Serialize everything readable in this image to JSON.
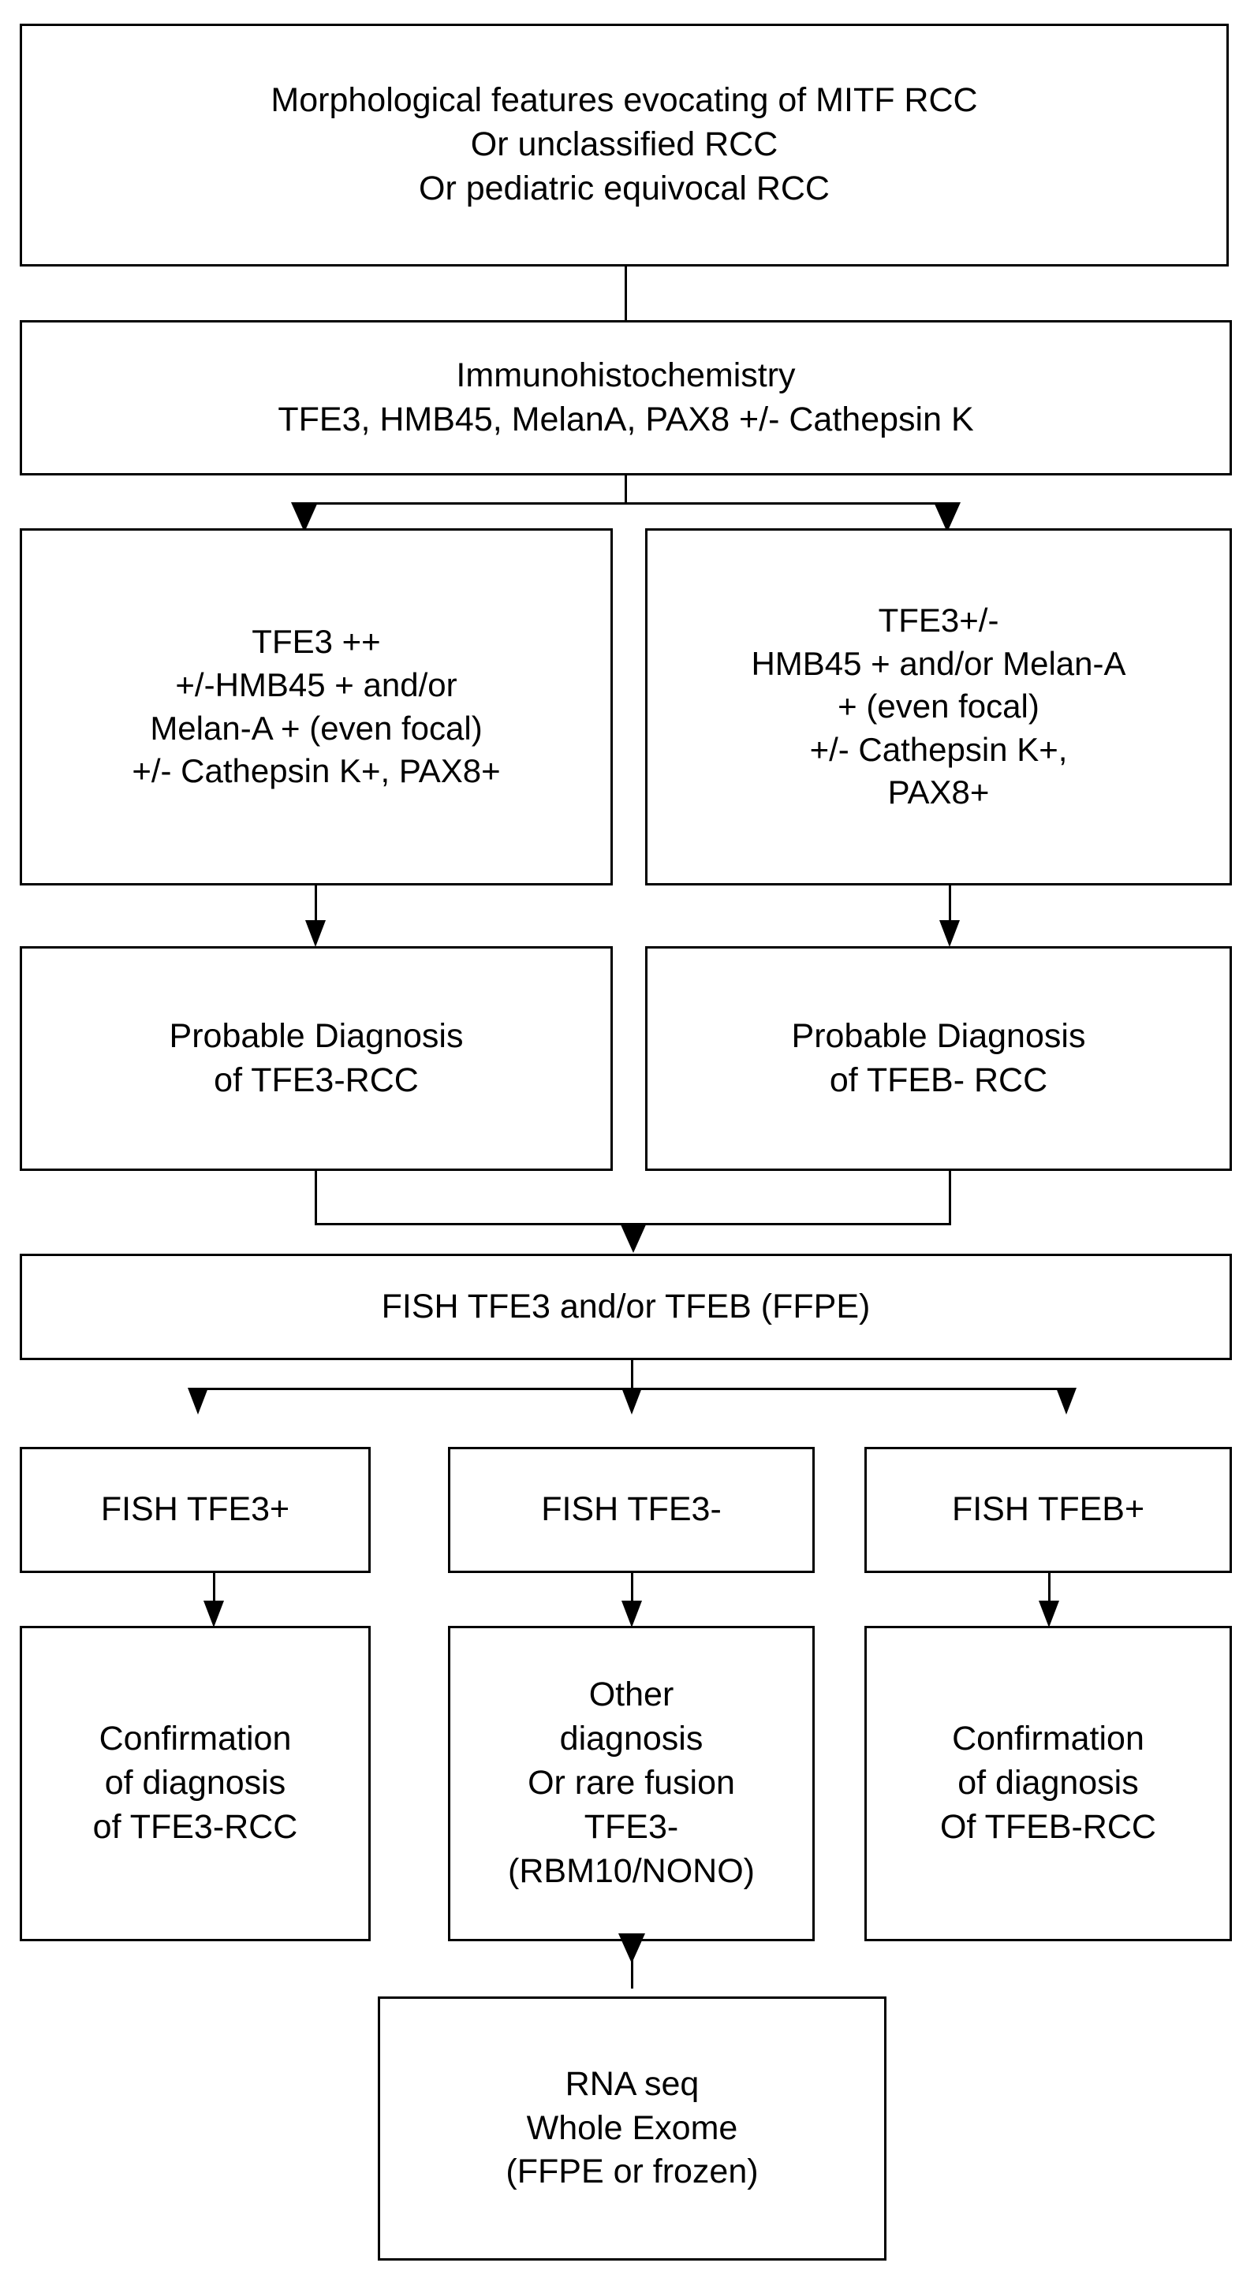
{
  "diagram": {
    "title": "Diagnostic algorithm flowchart for MITF RCC",
    "type": "flowchart",
    "background_color": "#ffffff",
    "line_color": "#000000",
    "text_color": "#000000",
    "nodes": [
      {
        "id": "morphology",
        "lines": [
          "Morphological features evocating of MITF RCC",
          "Or unclassified RCC",
          "Or pediatric equivocal RCC"
        ]
      },
      {
        "id": "ihc",
        "lines": [
          "Immunohistochemistry",
          "TFE3, HMB45, MelanA, PAX8  +/- Cathepsin K"
        ]
      },
      {
        "id": "tfe3-strong",
        "lines": [
          "TFE3 ++",
          "+/-HMB45 + and/or",
          "Melan-A + (even focal)",
          "+/- Cathepsin K+, PAX8+"
        ]
      },
      {
        "id": "tfe3-weak",
        "lines": [
          "TFE3+/-",
          "HMB45 + and/or Melan-A",
          "+ (even focal)",
          "+/- Cathepsin K+,",
          "PAX8+"
        ]
      },
      {
        "id": "probable-tfe3",
        "lines": [
          "Probable Diagnosis",
          "of TFE3-RCC"
        ]
      },
      {
        "id": "probable-tfeb",
        "lines": [
          "Probable Diagnosis",
          "of TFEB- RCC"
        ]
      },
      {
        "id": "fish",
        "lines": [
          "FISH TFE3 and/or TFEB (FFPE)"
        ]
      },
      {
        "id": "fish-tfe3-pos",
        "lines": [
          "FISH TFE3+"
        ]
      },
      {
        "id": "fish-tfe3-neg",
        "lines": [
          "FISH TFE3-"
        ]
      },
      {
        "id": "fish-tfeb-pos",
        "lines": [
          "FISH TFEB+"
        ]
      },
      {
        "id": "confirm-tfe3",
        "lines": [
          "Confirmation",
          "of diagnosis",
          "of TFE3-RCC"
        ]
      },
      {
        "id": "other-diagnosis",
        "lines": [
          "Other",
          "diagnosis",
          "Or rare fusion",
          "TFE3-",
          "(RBM10/NONO)"
        ]
      },
      {
        "id": "confirm-tfeb",
        "lines": [
          "Confirmation",
          "of diagnosis",
          "Of TFEB-RCC"
        ]
      },
      {
        "id": "rna-seq",
        "lines": [
          "RNA seq",
          "Whole Exome",
          "(FFPE or frozen)"
        ]
      }
    ]
  }
}
